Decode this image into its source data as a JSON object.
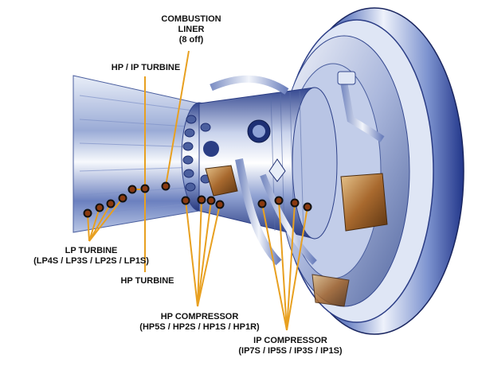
{
  "labels": {
    "combustion_liner": {
      "line1": "COMBUSTION",
      "line2": "LINER",
      "line3": "(8 off)"
    },
    "hp_ip_turbine": {
      "line1": "HP / IP TURBINE"
    },
    "lp_turbine": {
      "line1": "LP TURBINE",
      "line2": "(LP4S / LP3S / LP2S / LP1S)"
    },
    "hp_turbine": {
      "line1": "HP TURBINE"
    },
    "hp_compressor": {
      "line1": "HP COMPRESSOR",
      "line2": "(HP5S / HP2S / HP1S / HP1R)"
    },
    "ip_compressor": {
      "line1": "IP COMPRESSOR",
      "line2": "(IP7S / IP5S / IP3S / IP1S)"
    }
  },
  "colors": {
    "leader_line": "#e8a020",
    "marker_fill": "#8a3a10",
    "marker_ring": "#111111",
    "metal_dark": "#2a3f8c",
    "metal_light": "#e8eef8",
    "text": "#111111"
  }
}
